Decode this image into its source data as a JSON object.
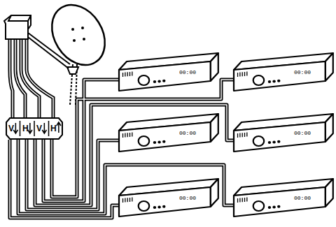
{
  "diagram": {
    "nodes": [
      {
        "text": [
          "V",
          "H",
          "V",
          "H"
        ]
      },
      {
        "text": [
          "00:00"
        ]
      },
      {
        "text": [
          "00:00"
        ]
      },
      {
        "text": [
          "00:00"
        ]
      },
      {
        "text": [
          "00:00"
        ]
      },
      {
        "text": [
          "00:00"
        ]
      },
      {
        "text": [
          "00:00"
        ]
      }
    ],
    "edges": [
      {
        "from": 0,
        "to": 1,
        "arrow": "none"
      },
      {
        "from": 0,
        "to": 2,
        "arrow": "none"
      },
      {
        "from": 0,
        "to": 3,
        "arrow": "none"
      },
      {
        "from": 0,
        "to": 4,
        "arrow": "none"
      },
      {
        "from": 0,
        "to": 5,
        "arrow": "none"
      },
      {
        "from": 0,
        "to": 6,
        "arrow": "none"
      }
    ]
  }
}
